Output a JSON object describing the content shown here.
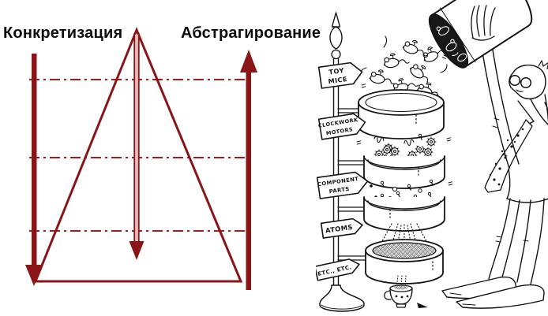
{
  "page": {
    "background": "#ffffff"
  },
  "diagram": {
    "label_left": "Конкретизация",
    "label_right": "Абстрагирование",
    "accent_color": "#8a1517",
    "dash_color": "#a21c1c",
    "levels_count": 3
  },
  "cartoon": {
    "ink_color": "#141414",
    "signs": [
      {
        "name": "toy-mice",
        "lines": [
          "TOY",
          "MICE"
        ]
      },
      {
        "name": "clockwork-motors",
        "lines": [
          "CLOCKWORK",
          "MOTORS"
        ]
      },
      {
        "name": "component-parts",
        "lines": [
          "COMPONENT",
          "PARTS"
        ]
      },
      {
        "name": "atoms",
        "lines": [
          "ATOMS"
        ]
      },
      {
        "name": "etc-etc",
        "lines": [
          "ETC., ETC."
        ]
      }
    ]
  }
}
